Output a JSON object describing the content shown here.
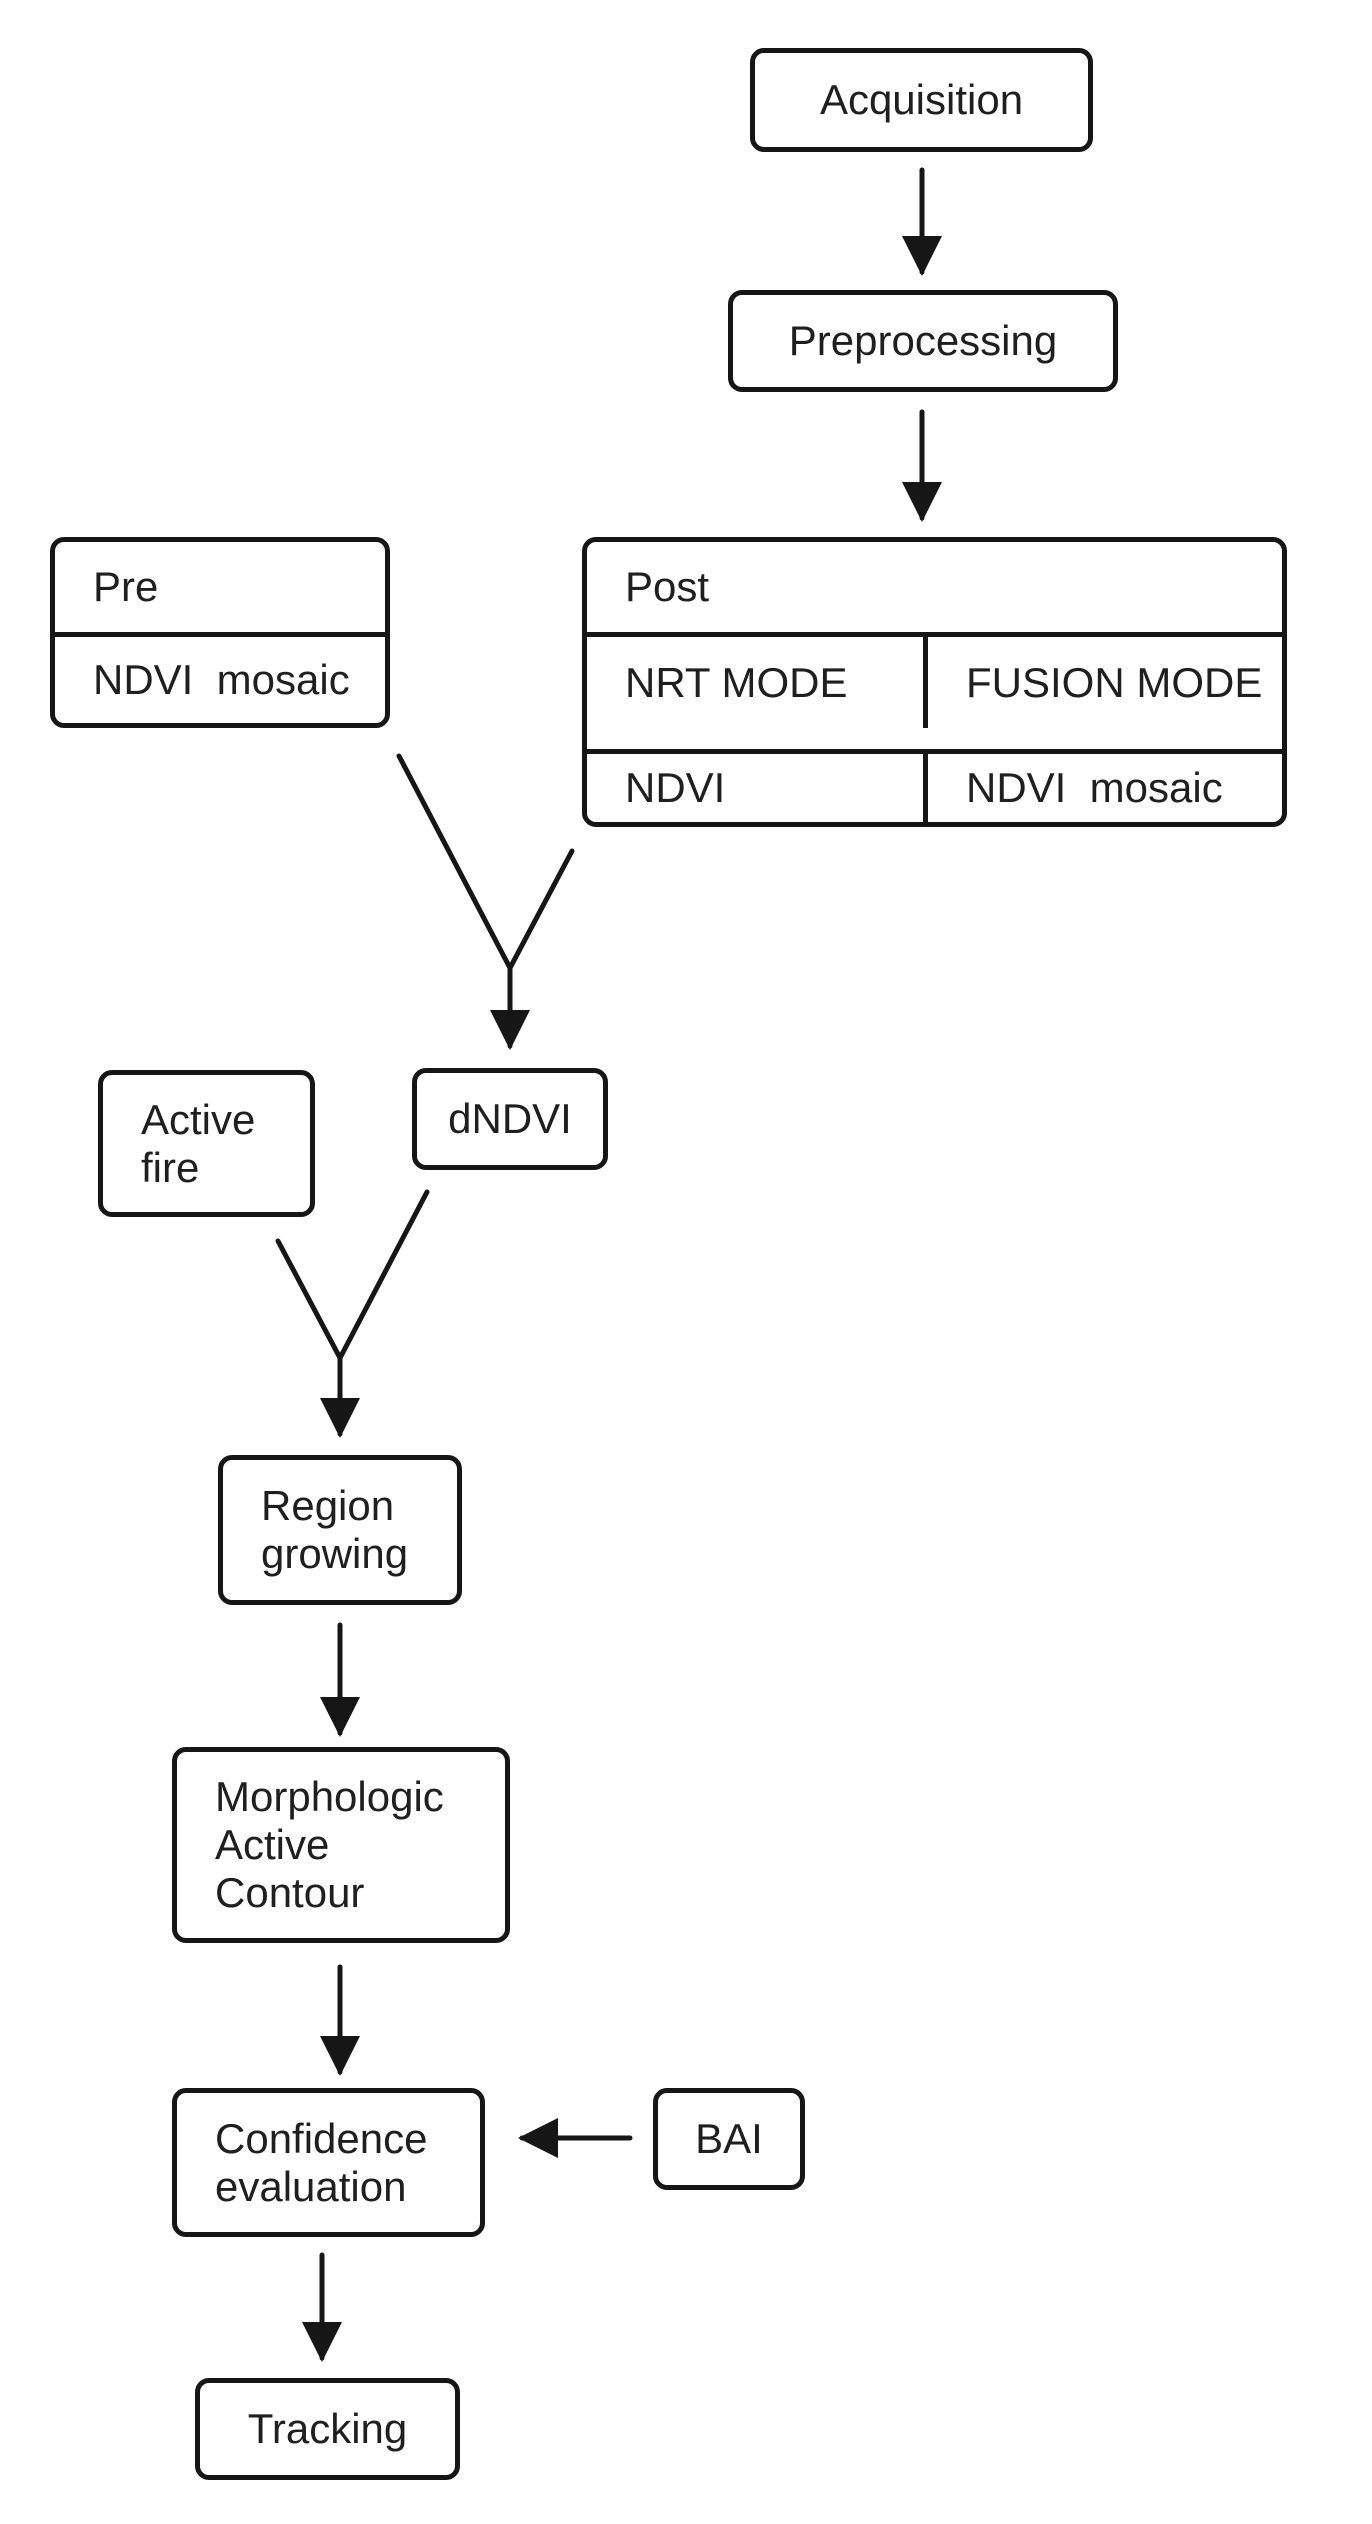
{
  "diagram": {
    "background": "#ffffff",
    "stroke_color": "#161616",
    "text_color": "#1f1f1f",
    "nodes": {
      "acquisition": {
        "label": "Acquisition"
      },
      "preprocessing": {
        "label": "Preprocessing"
      },
      "pre_table": {
        "header": "Pre",
        "row1": "NDVI  mosaic"
      },
      "post_table": {
        "header": "Post",
        "row1_col1": "NRT MODE",
        "row1_col2": "FUSION MODE",
        "row2_col1": "NDVI",
        "row2_col2": "NDVI  mosaic"
      },
      "dndvi": {
        "label": "dNDVI"
      },
      "active_fire": {
        "lines": [
          "Active",
          "fire"
        ]
      },
      "region_growing": {
        "lines": [
          "Region",
          "growing"
        ]
      },
      "morphologic_active_contour": {
        "lines": [
          "Morphologic",
          "Active",
          "Contour"
        ]
      },
      "confidence_evaluation": {
        "lines": [
          "Confidence",
          "evaluation"
        ]
      },
      "bai": {
        "label": "BAI"
      },
      "tracking": {
        "label": "Tracking"
      }
    },
    "edges": [
      {
        "from": "acquisition",
        "to": "preprocessing"
      },
      {
        "from": "preprocessing",
        "to": "post_table"
      },
      {
        "from": "pre_table",
        "to": "dndvi"
      },
      {
        "from": "post_table",
        "to": "dndvi"
      },
      {
        "from": "active_fire",
        "to": "region_growing"
      },
      {
        "from": "dndvi",
        "to": "region_growing"
      },
      {
        "from": "region_growing",
        "to": "morphologic_active_contour"
      },
      {
        "from": "morphologic_active_contour",
        "to": "confidence_evaluation"
      },
      {
        "from": "bai",
        "to": "confidence_evaluation"
      },
      {
        "from": "confidence_evaluation",
        "to": "tracking"
      }
    ]
  }
}
